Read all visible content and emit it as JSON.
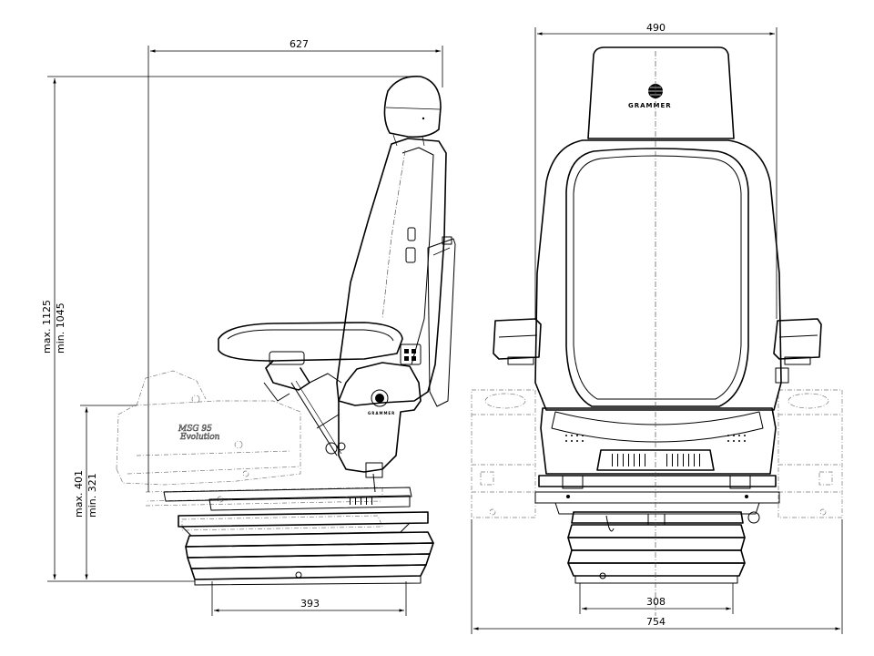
{
  "brand": "GRAMMER",
  "logo_script": [
    "MSG 95",
    "Evolution"
  ],
  "dimensions": {
    "side_width": "627",
    "height_max": "max. 1125",
    "height_min": "min. 1045",
    "seat_height_max": "max. 401",
    "seat_height_min": "min. 321",
    "base_width_side": "393",
    "back_width": "490",
    "base_width_front": "308",
    "overall_width": "754"
  }
}
